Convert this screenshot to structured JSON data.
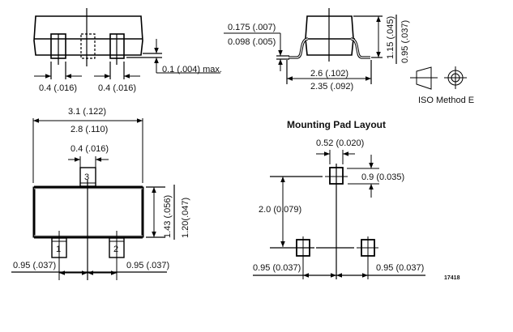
{
  "colors": {
    "line": "#000000",
    "text": "#111111",
    "background": "#ffffff"
  },
  "side_view": {
    "lead_width_left": "0.4 (.016)",
    "lead_width_right": "0.4 (.016)",
    "standoff": "0.1 (.004) max."
  },
  "end_view": {
    "lead_thickness_max": "0.175 (.007)",
    "lead_thickness_min": "0.098 (.005)",
    "height_max": "1.15 (.045)",
    "height_min": "0.95 (.037)",
    "width_max": "2.6 (.102)",
    "width_min": "2.35 (.092)"
  },
  "projection": {
    "label": "ISO Method E"
  },
  "top_view": {
    "length_max": "3.1 (.122)",
    "length_min": "2.8 (.110)",
    "lead3_width": "0.4 (.016)",
    "body_width_max": "1.43 (.056)",
    "body_width_min": "1.20(.047)",
    "pitch_left": "0.95 (.037)",
    "pitch_right": "0.95 (.037)",
    "pins": [
      "1",
      "2",
      "3"
    ]
  },
  "mounting_pad": {
    "title": "Mounting Pad Layout",
    "pad_width": "0.52 (0.020)",
    "pad_length": "0.9 (0.035)",
    "row_spacing": "2.0 (0.079)",
    "pitch_left": "0.95 (0.037)",
    "pitch_right": "0.95 (0.037)"
  },
  "drawing_number": "17418"
}
